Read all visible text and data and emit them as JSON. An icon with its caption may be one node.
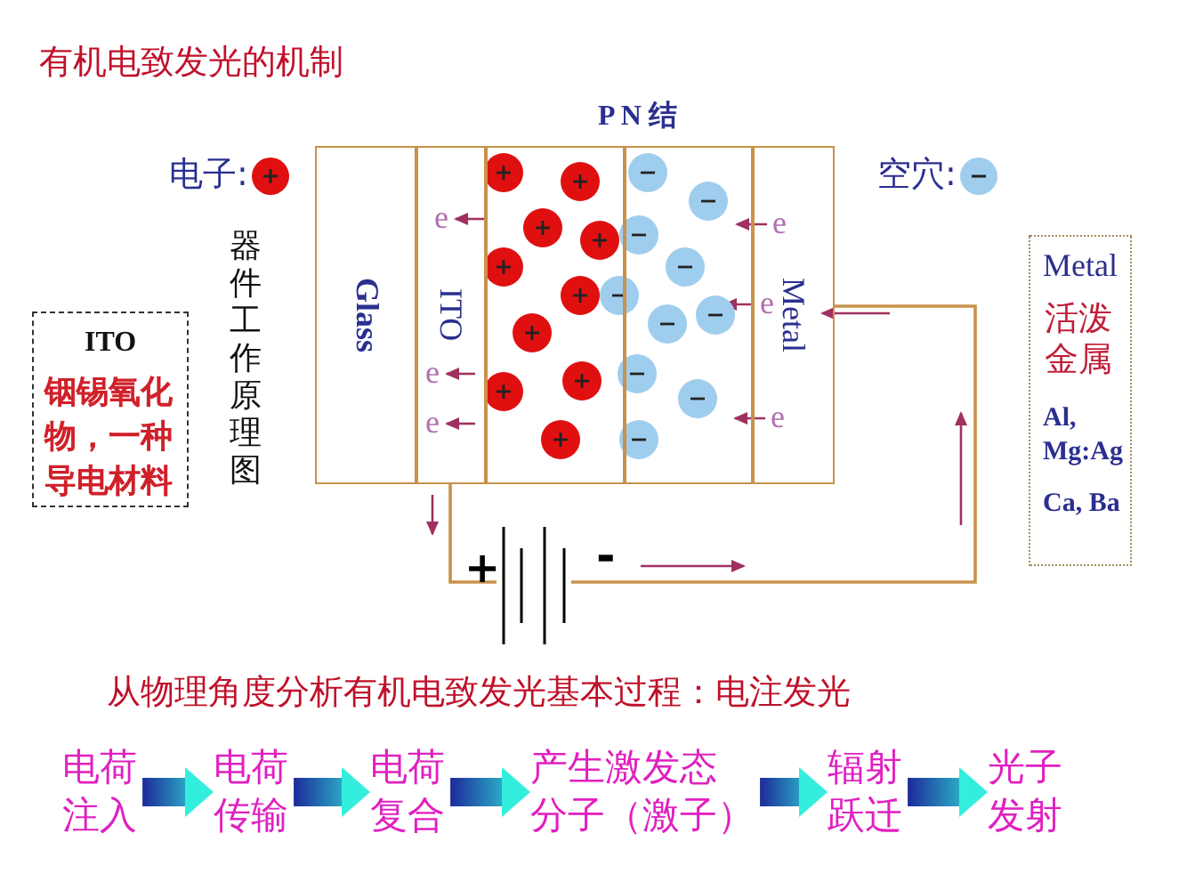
{
  "diagram": {
    "title": "有机电致发光的机制",
    "nodes": [
      {
        "text": [
          "Glass"
        ]
      },
      {
        "text": [
          "ITO"
        ]
      },
      {
        "text": [],
        "shape": "box"
      },
      {
        "text": [],
        "shape": "box"
      },
      {
        "text": [
          "Metal"
        ]
      },
      {
        "text": [
          "ITO",
          "铟锡氧化物，一种导电材料"
        ]
      },
      {
        "text": [
          "Metal",
          "活泼金属",
          "Al, Mg:Ag",
          "Ca, Ba"
        ]
      },
      {
        "text": [],
        "shape": "battery"
      },
      {
        "text": [
          "电荷注入"
        ]
      },
      {
        "text": [
          "电荷传输"
        ]
      },
      {
        "text": [
          "电荷复合"
        ]
      },
      {
        "text": [
          "产生激发态分子（激子）"
        ]
      },
      {
        "text": [
          "辐射跃迁"
        ]
      },
      {
        "text": [
          "光子发射"
        ]
      }
    ],
    "edges": [
      {
        "from": 1,
        "to": 7,
        "arrow": "none",
        "color": "#c8924a"
      },
      {
        "from": 7,
        "to": 4,
        "arrow": "none",
        "color": "#c8924a"
      },
      {
        "from": 8,
        "to": 9,
        "arrow": "to",
        "style": "thick"
      },
      {
        "from": 9,
        "to": 10,
        "arrow": "to",
        "style": "thick"
      },
      {
        "from": 10,
        "to": 11,
        "arrow": "to",
        "style": "thick"
      },
      {
        "from": 11,
        "to": 12,
        "arrow": "to",
        "style": "thick"
      },
      {
        "from": 12,
        "to": 13,
        "arrow": "to",
        "style": "thick"
      }
    ],
    "labels": [
      "P N 结",
      "器件工作原理图",
      "e",
      "e",
      "e",
      "e",
      "e",
      "e",
      "+",
      "-",
      "从物理角度分析有机电致发光基本过程：电注发光"
    ],
    "legend": [
      {
        "text": "电子:",
        "color": "#e01010"
      },
      {
        "text": "空穴:",
        "color": "#9fcdee"
      }
    ]
  }
}
